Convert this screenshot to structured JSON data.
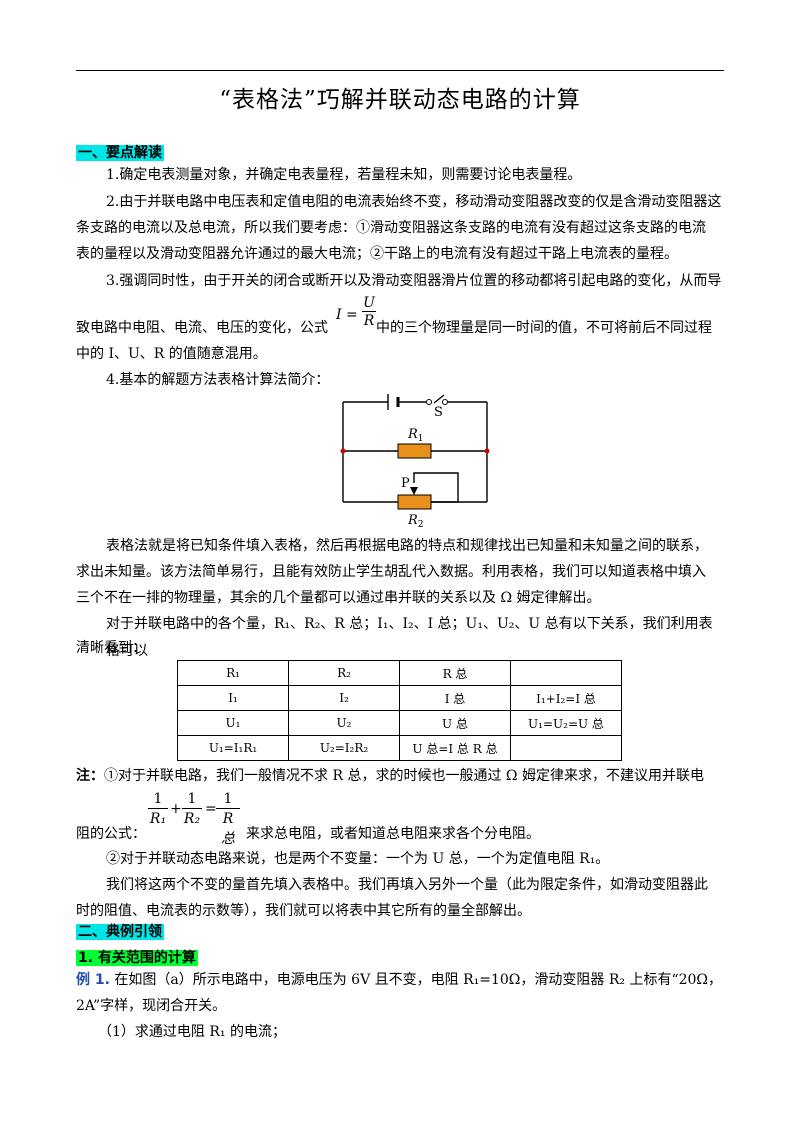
{
  "title": "“表格法”巧解并联动态电路的计算",
  "section1": {
    "heading": "一、要点解读",
    "p1": "1.确定电表测量对象，并确定电表量程，若量程未知，则需要讨论电表量程。",
    "p2a": "2.由于并联电路中电压表和定值电阻的电流表始终不变，移动滑动变阻器改变的仅是含滑动变阻器这",
    "p2b": "条支路的电流以及总电流，所以我们要考虑：①滑动变阻器这条支路的电流有没有超过这条支路的电流",
    "p2c": "表的量程以及滑动变阻器允许通过的最大电流；②干路上的电流有没有超过干路上电流表的量程。",
    "p3a": "3.强调同时性，由于开关的闭合或断开以及滑动变阻器滑片位置的移动都将引起电路的变化，从而导",
    "p3b_pre": "致电路中电阻、电流、电压的变化，公式",
    "p3b_post": "中的三个物理量是同一时间的值，不可将前后不同过程",
    "p3c": "中的 I、U、R 的值随意混用。",
    "formula_lhs": "I =",
    "formula_num": "U",
    "formula_den": "R",
    "p4": "4.基本的解题方法表格计算法简介："
  },
  "circuit": {
    "switch_label": "S",
    "r1_label": "R",
    "r1_sub": "1",
    "p_label": "P",
    "r2_label": "R",
    "r2_sub": "2"
  },
  "para_method": {
    "l1": "表格法就是将已知条件填入表格，然后再根据电路的特点和规律找出已知量和未知量之间的联系，",
    "l2": "求出未知量。该方法简单易行，且能有效防止学生胡乱代入数据。利用表格，我们可以知道表格中填入",
    "l3": "三个不在一排的物理量，其余的几个量都可以通过串并联的关系以及 Ω 姆定律解出。",
    "l4": "对于并联电路中的各个量，R₁、R₂、R 总；I₁、I₂、I 总；U₁、U₂、U 总有以下关系，我们利用表格可以",
    "l5": "清晰看到："
  },
  "table": {
    "rows": [
      [
        "R₁",
        "R₂",
        "R 总",
        ""
      ],
      [
        "I₁",
        "I₂",
        "I 总",
        "I₁+I₂=I 总"
      ],
      [
        "U₁",
        "U₂",
        "U 总",
        "U₁=U₂=U 总"
      ],
      [
        "U₁=I₁R₁",
        "U₂=I₂R₂",
        "U 总=I 总 R 总",
        ""
      ]
    ]
  },
  "note": {
    "label": "注：",
    "l1": "①对于并联电路，我们一般情况不求 R 总，求的时候也一般通过 Ω 姆定律来求，不建议用并联电",
    "l2_pre": "阻的公式：",
    "l2_post": "来求总电阻，或者知道总电阻来求各个分电阻。",
    "f_one": "1",
    "f_r1": "R₁",
    "f_r2": "R₂",
    "f_rz": "R总",
    "plus": "+",
    "eq": "=",
    "l3": "②对于并联动态电路来说，也是两个不变量：一个为 U 总，一个为定值电阻 R₁。",
    "l4": "我们将这两个不变的量首先填入表格中。我们再填入另外一个量（此为限定条件，如滑动变阻器此",
    "l5": "时的阻值、电流表的示数等），我们就可以将表中其它所有的量全部解出。"
  },
  "section2": {
    "heading": "二、典例引领",
    "sub_heading": "1. 有关范围的计算",
    "example_label": "例 1.",
    "ex_l1": " 在如图（a）所示电路中，电源电压为 6V 且不变，电阻 R₁=10Ω，滑动变阻器 R₂ 上标有“20Ω，",
    "ex_l2": "2A”字样，现闭合开关。",
    "ex_l3": "（1）求通过电阻 R₁ 的电流；"
  },
  "colors": {
    "highlight_cyan": "#00e5e5",
    "highlight_green": "#00ff33",
    "example_blue": "#1f4fb0",
    "resistor_fill": "#e8901a",
    "node_red": "#cc0000"
  }
}
